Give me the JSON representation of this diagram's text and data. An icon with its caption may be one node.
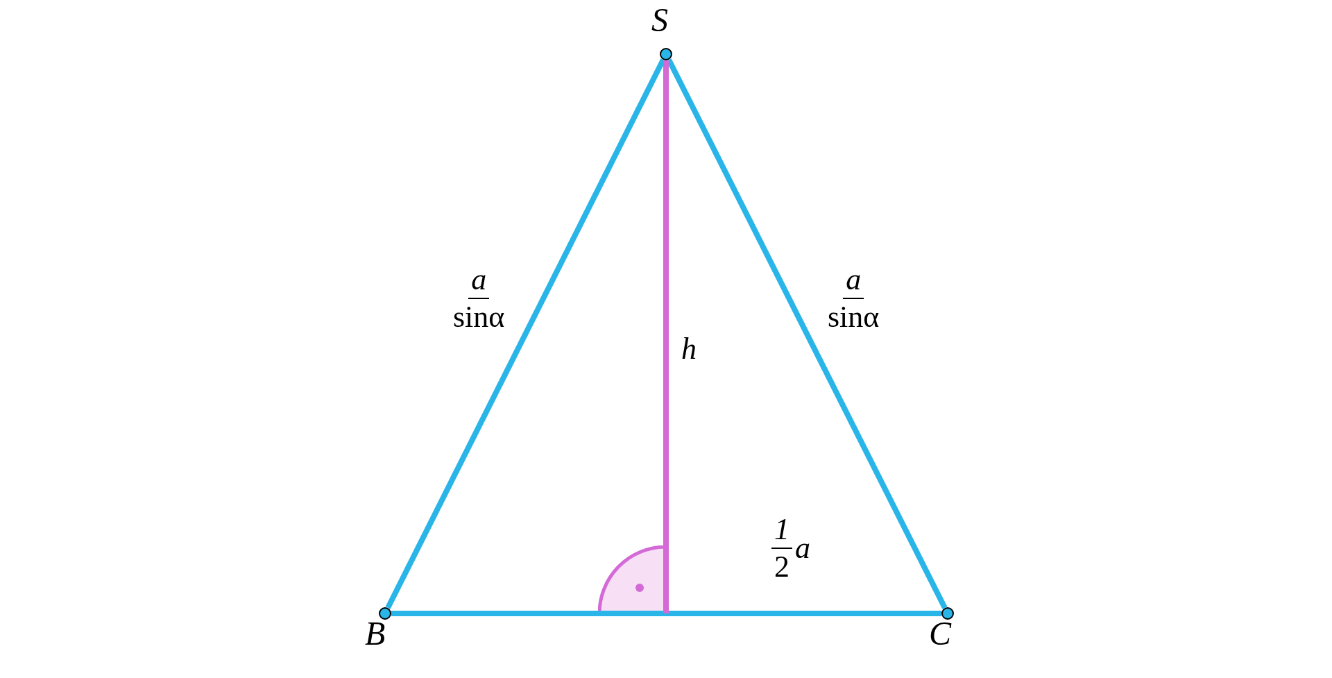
{
  "diagram": {
    "nodes": [
      {
        "text": [
          "S"
        ]
      },
      {
        "text": [
          "B"
        ]
      },
      {
        "text": [
          "C"
        ]
      },
      {
        "text": [],
        "shape": "sector"
      }
    ],
    "edges": [
      {
        "from": 0,
        "to": 1,
        "arrow": "none",
        "label": "a sinα"
      },
      {
        "from": 0,
        "to": 2,
        "arrow": "none",
        "label": "a sinα"
      },
      {
        "from": 1,
        "to": 2,
        "arrow": "none"
      },
      {
        "from": 0,
        "to": 3,
        "arrow": "none",
        "label": "h",
        "color": "#d36ad6"
      }
    ],
    "labels": [
      "1 2 a"
    ]
  }
}
